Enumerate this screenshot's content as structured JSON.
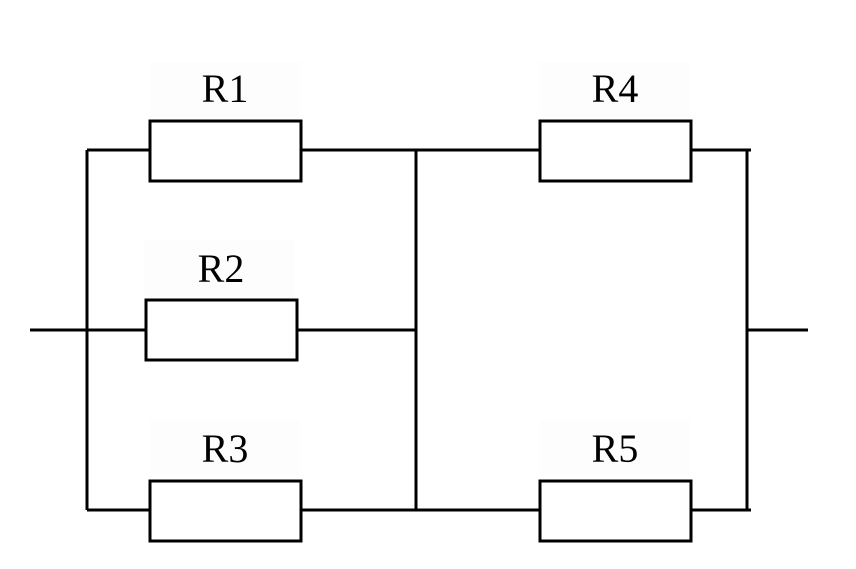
{
  "resistors": [
    {
      "id": "r1",
      "label": "R1"
    },
    {
      "id": "r2",
      "label": "R2"
    },
    {
      "id": "r3",
      "label": "R3"
    },
    {
      "id": "r4",
      "label": "R4"
    },
    {
      "id": "r5",
      "label": "R5"
    }
  ],
  "colors": {
    "stroke": "#000000",
    "background": "#ffffff"
  }
}
